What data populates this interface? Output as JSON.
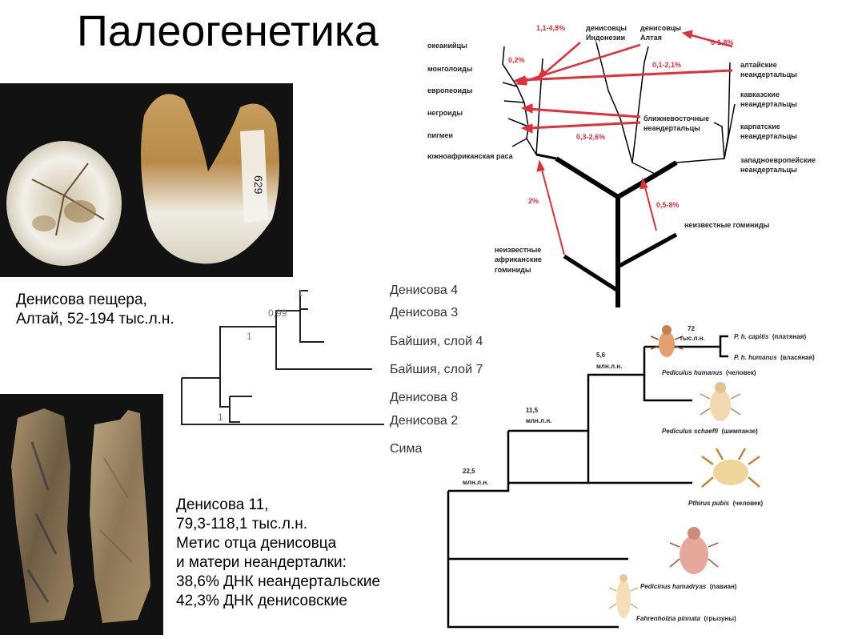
{
  "title": "Палеогенетика",
  "denisova_cave": {
    "line1": "Денисова пещера,",
    "line2": "Алтай, 52-194 тыс.л.н."
  },
  "denisova11": {
    "lines": [
      "Денисова 11,",
      "79,3-118,1 тыс.л.н.",
      "Метис отца денисовца",
      "и матери неандерталки:",
      "38,6% ДНК неандертальские",
      "42,3% ДНК денисовские"
    ]
  },
  "human_tree": {
    "labels": {
      "oceanians": "океанийцы",
      "mongoloids": "монголоиды",
      "europeoids": "европеоиды",
      "negroids": "негроиды",
      "pygmies": "пигмеи",
      "south_african": "южноафриканская раса",
      "unknown_african_1": "неизвестные",
      "unknown_african_2": "африканские",
      "unknown_african_3": "гоминиды",
      "denisovans_indonesia_1": "денисовцы",
      "denisovans_indonesia_2": "Индонезии",
      "denisovans_altai_1": "денисовцы",
      "denisovans_altai_2": "Алтая",
      "altai_nean_1": "алтайские",
      "altai_nean_2": "неандертальцы",
      "caucasian_nean_1": "кавказские",
      "caucasian_nean_2": "неандертальцы",
      "neareast_nean_1": "ближневосточные",
      "neareast_nean_2": "неандертальцы",
      "carpathian_nean_1": "карпатские",
      "carpathian_nean_2": "неандертальцы",
      "westeuropean_nean_1": "западноевропейские",
      "westeuropean_nean_2": "неандертальцы",
      "unknown_hominids": "неизвестные гоминиды"
    },
    "percentages": {
      "p1": "1,1-4,8%",
      "p2": "0,2%",
      "p3": "0-1,8%",
      "p4": "0,1-2,1%",
      "p5": "0,3-2,6%",
      "p6": "2%",
      "p7": "0,5-8%"
    },
    "arrow_color": "#e0303a"
  },
  "denisova_tree": {
    "leaves": [
      "Денисова 4",
      "Денисова 3",
      "Байшия, слой 4",
      "Байшия, слой 7",
      "Денисова 8",
      "Денисова 2",
      "Сима"
    ],
    "support": {
      "s1": "1",
      "s2": "0,99",
      "s3": "1",
      "s4": "1"
    }
  },
  "lice_tree": {
    "nodes": {
      "n72_1": "72",
      "n72_2": "тыс.л.н.",
      "n56_1": "5,6",
      "n56_2": "млн.л.н.",
      "n115_1": "11,5",
      "n115_2": "млн.л.н.",
      "n225_1": "22,5",
      "n225_2": "млн.л.н."
    },
    "leaves": {
      "capitis_sp": "P. h. capitis",
      "capitis_common": "(платяная)",
      "humanus_sp": "P. h. humanus",
      "humanus_common": "(власяная)",
      "ped_humanus_sp": "Pediculus humanus",
      "ped_humanus_common": "(человек)",
      "schaeffi_sp": "Pediculus schaeffi",
      "schaeffi_common": "(шимпанзе)",
      "pthirus_sp": "Pthirus pubis",
      "pthirus_common": "(человек)",
      "pedicinus_sp": "Pedicinus hamadryas",
      "pedicinus_common": "(павиан)",
      "fahren_sp": "Fahrenholzia pinnata",
      "fahren_common": "(грызуны)"
    }
  }
}
